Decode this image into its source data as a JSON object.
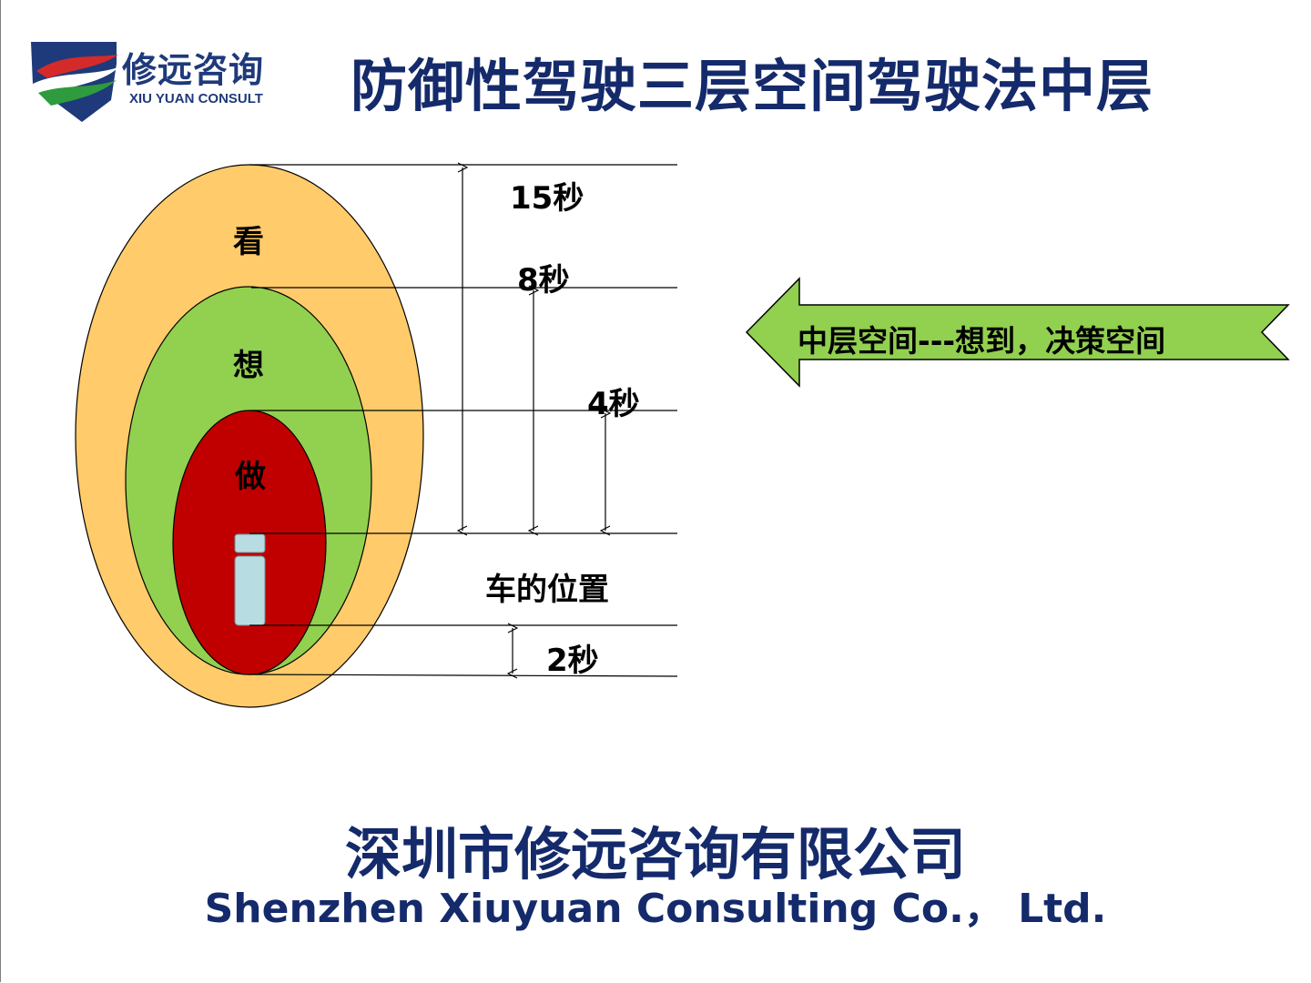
{
  "logo": {
    "name_cn": "修远咨询",
    "name_en": "XIU YUAN CONSULT"
  },
  "title": "防御性驾驶三层空间驾驶法中层",
  "zones": {
    "outer": {
      "label": "看",
      "color": "#ffcb6b"
    },
    "middle": {
      "label": "想",
      "color": "#92d050"
    },
    "inner": {
      "label": "做",
      "color": "#c00000"
    }
  },
  "times": {
    "t15": "15秒",
    "t8": "8秒",
    "t4": "4秒",
    "t2": "2秒"
  },
  "car_position_label": "车的位置",
  "callout": {
    "text": "中层空间---想到，决策空间",
    "color": "#92d050"
  },
  "footer": {
    "company_cn": "深圳市修远咨询有限公司",
    "company_en": "Shenzhen Xiuyuan Consulting Co.， Ltd."
  },
  "colors": {
    "title": "#142a6b",
    "car": "#b7dde3"
  }
}
